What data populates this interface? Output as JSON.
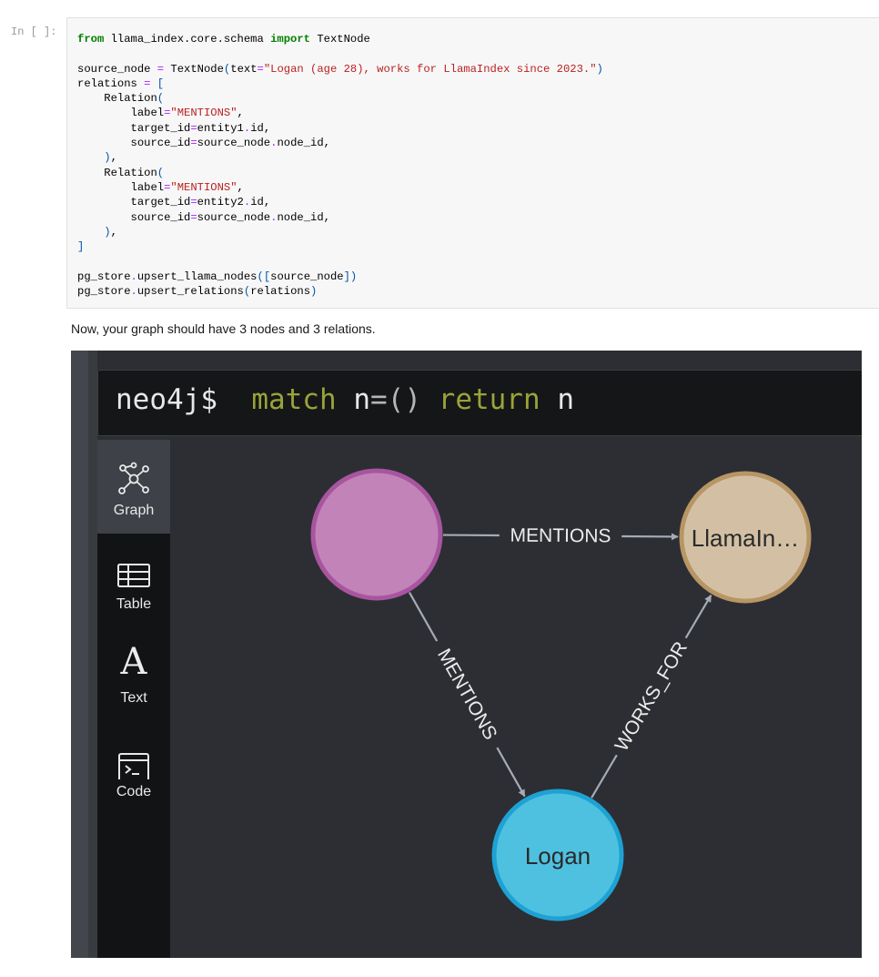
{
  "notebook": {
    "prompt": "In [ ]:",
    "code_lines": [
      "from llama_index.core.schema import TextNode",
      "",
      "source_node = TextNode(text=\"Logan (age 28), works for LlamaIndex since 2023.\")",
      "relations = [",
      "    Relation(",
      "        label=\"MENTIONS\",",
      "        target_id=entity1.id,",
      "        source_id=source_node.node_id,",
      "    ),",
      "    Relation(",
      "        label=\"MENTIONS\",",
      "        target_id=entity2.id,",
      "        source_id=source_node.node_id,",
      "    ),",
      "]",
      "",
      "pg_store.upsert_llama_nodes([source_node])",
      "pg_store.upsert_relations(relations)"
    ],
    "markdown_text": "Now, your graph should have 3 nodes and 3 relations."
  },
  "neo4j": {
    "prompt": "neo4j$",
    "query_keyword": "match",
    "query_var": "n",
    "query_eq": "=",
    "query_parens": "()",
    "query_return": "return",
    "query_ret_var": "n",
    "sidebar": [
      {
        "label": "Graph",
        "icon": "graph-icon",
        "active": true
      },
      {
        "label": "Table",
        "icon": "table-icon",
        "active": false
      },
      {
        "label": "Text",
        "icon": "text-icon",
        "active": false
      },
      {
        "label": "Code",
        "icon": "code-icon",
        "active": false
      }
    ],
    "graph": {
      "nodes": [
        {
          "id": "source",
          "label": "",
          "fill": "#c283b9",
          "stroke": "#a855a0"
        },
        {
          "id": "llama",
          "label": "LlamaIn…",
          "fill": "#d3c0a4",
          "stroke": "#b89564"
        },
        {
          "id": "logan",
          "label": "Logan",
          "fill": "#4fc1e0",
          "stroke": "#1ea2d4"
        }
      ],
      "edges": [
        {
          "from": "source",
          "to": "llama",
          "label": "MENTIONS"
        },
        {
          "from": "source",
          "to": "logan",
          "label": "MENTIONS"
        },
        {
          "from": "logan",
          "to": "llama",
          "label": "WORKS_FOR"
        }
      ],
      "edge_color": "#a5abb6",
      "label_color": "#ececec"
    }
  }
}
